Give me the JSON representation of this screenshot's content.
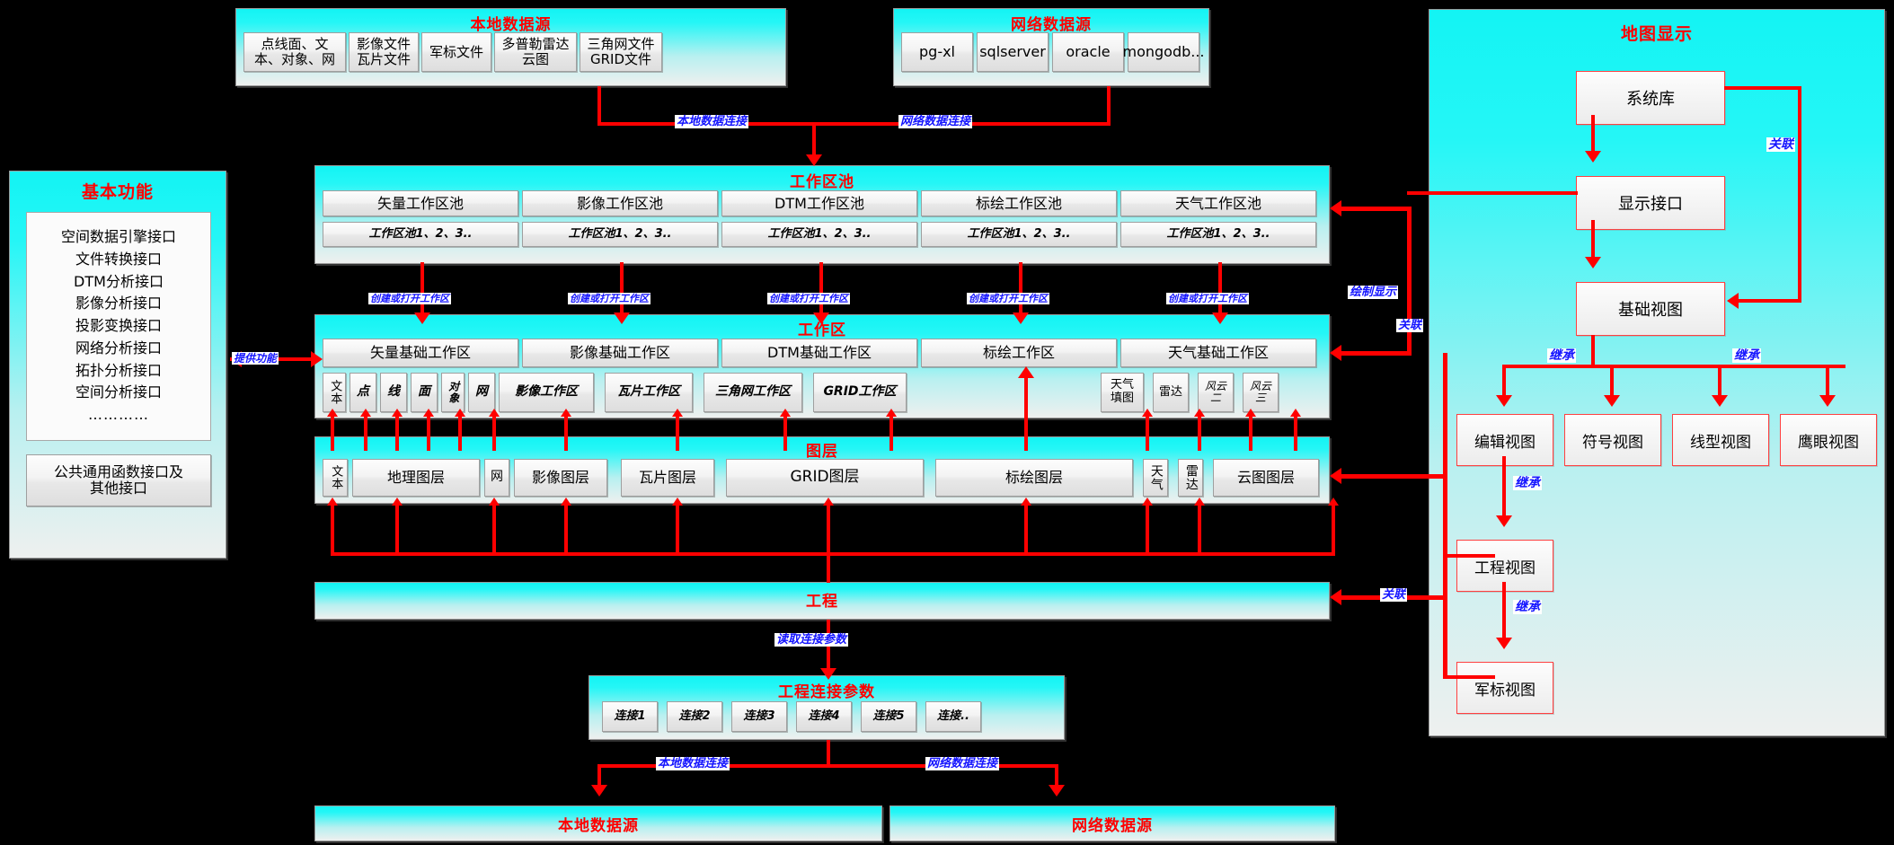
{
  "colors": {
    "accent_red": "#ff0000",
    "label_blue": "#1414ff",
    "panel_cyan": "#13f4f4",
    "view_border": "#ff4040"
  },
  "top_local_source": {
    "title": "本地数据源",
    "items": [
      "点线面、文本、对象、网",
      "影像文件\n瓦片文件",
      "军标文件",
      "多普勒雷达\n云图",
      "三角网文件\nGRID文件"
    ]
  },
  "top_network_source": {
    "title": "网络数据源",
    "items": [
      "pg-xl",
      "sqlserver",
      "oracle",
      "mongodb..."
    ]
  },
  "basic_functions": {
    "title": "基本功能",
    "interfaces": [
      "空间数据引擎接口",
      "文件转换接口",
      "DTM分析接口",
      "影像分析接口",
      "投影变换接口",
      "网络分析接口",
      "拓扑分析接口",
      "空间分析接口",
      "…………"
    ],
    "footer": "公共通用函数接口及其他接口"
  },
  "workspace_pool": {
    "title": "工作区池",
    "columns": [
      "矢量工作区池",
      "影像工作区池",
      "DTM工作区池",
      "标绘工作区池",
      "天气工作区池"
    ],
    "sub_label": "工作区池1、2、3.."
  },
  "workspace": {
    "title": "工作区",
    "columns": [
      "矢量基础工作区",
      "影像基础工作区",
      "DTM基础工作区",
      "标绘工作区",
      "天气基础工作区"
    ],
    "sub_items": [
      "文本",
      "点",
      "线",
      "面",
      "对象",
      "网",
      "影像工作区",
      "瓦片工作区",
      "三角网工作区",
      "GRID工作区",
      "天气填图",
      "雷达",
      "风云二",
      "风云三"
    ]
  },
  "layers": {
    "title": "图层",
    "items": [
      "文本",
      "地理图层",
      "网",
      "影像图层",
      "瓦片图层",
      "GRID图层",
      "标绘图层",
      "天气",
      "雷达",
      "云图图层"
    ]
  },
  "project": {
    "title": "工程"
  },
  "project_params": {
    "title": "工程连接参数",
    "items": [
      "连接1",
      "连接2",
      "连接3",
      "连接4",
      "连接5",
      "连接.."
    ]
  },
  "bottom_sources": {
    "local": "本地数据源",
    "network": "网络数据源"
  },
  "map_display": {
    "title": "地图显示",
    "system_db": "系统库",
    "display_interface": "显示接口",
    "base_view": "基础视图",
    "views": [
      "编辑视图",
      "符号视图",
      "线型视图",
      "鹰眼视图"
    ],
    "project_view": "工程视图",
    "military_view": "军标视图"
  },
  "edge_labels": {
    "local_data_conn": "本地数据连接",
    "network_data_conn": "网络数据连接",
    "create_or_open": "创建或打开工作区",
    "read_conn_params": "读取连接参数",
    "provide_functions": "提供功能",
    "draw_display": "绘制显示",
    "association": "关联",
    "inherit": "继承"
  }
}
